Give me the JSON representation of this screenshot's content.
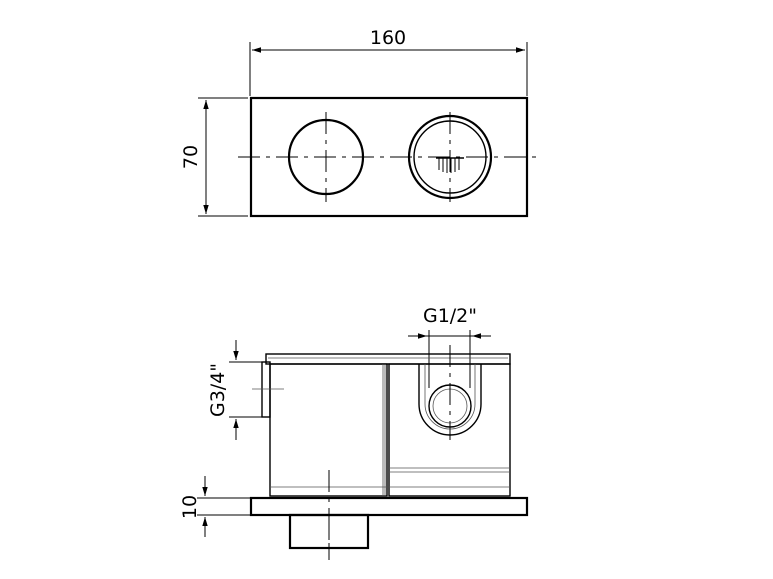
{
  "dimensions": {
    "width_label": "160",
    "height_label": "70",
    "outlet_thread_label": "G1/2\"",
    "inlet_thread_label": "G3/4\"",
    "base_thickness_label": "10"
  },
  "icons": {
    "shower_symbol": "shower-head-icon"
  }
}
